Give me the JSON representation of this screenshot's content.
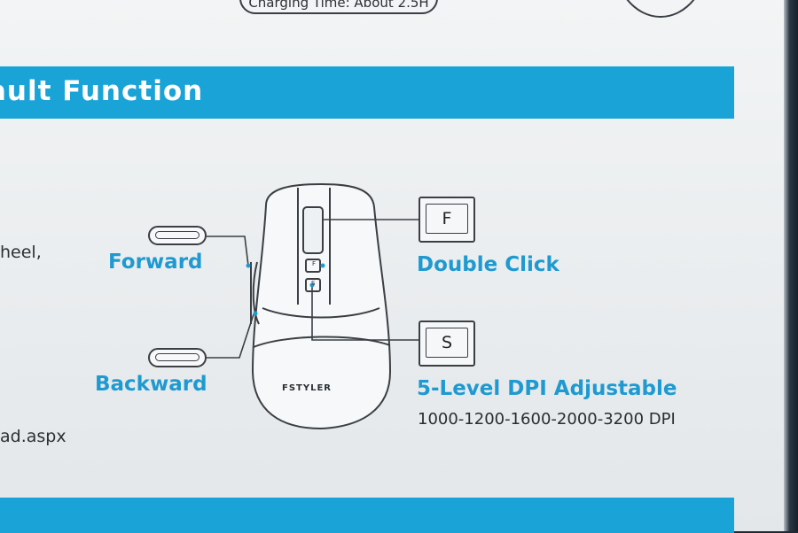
{
  "header": {
    "charging_pill": "Charging Time: About 2.5H",
    "section_title": "ault Function"
  },
  "side_text": {
    "line1": "heel,",
    "line2": "ad.aspx"
  },
  "diagram": {
    "brand": "FSTYLER",
    "forward_label": "Forward",
    "backward_label": "Backward",
    "double_click_label": "Double Click",
    "double_click_key": "F",
    "dpi_label": "5-Level DPI Adjustable",
    "dpi_key": "S",
    "dpi_levels": "1000-1200-1600-2000-3200 DPI",
    "button_f": "F",
    "button_s": "S"
  },
  "colors": {
    "banner": "#1aa3d6",
    "label_blue": "#1e9ad1",
    "paper": "#f2f4f5"
  },
  "icons": [
    "mouse-outline-icon",
    "keycap-icon",
    "side-button-icon"
  ]
}
